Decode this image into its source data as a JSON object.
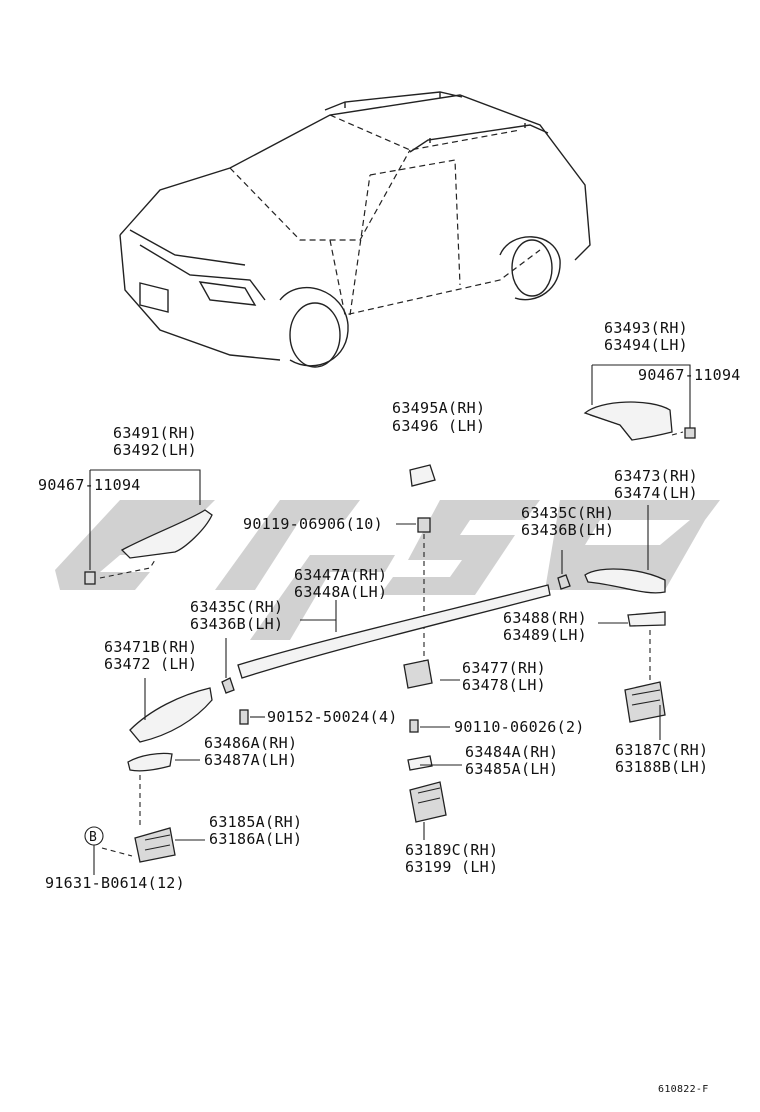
{
  "labels": {
    "p63493": "63493(RH)",
    "p63494": "63494(LH)",
    "p90467_right": "90467-11094",
    "p63491": "63491(RH)",
    "p63492": "63492(LH)",
    "p90467_left": "90467-11094",
    "p63495A": "63495A(RH)",
    "p63496": "63496  (LH)",
    "p63473": "63473(RH)",
    "p63474": "63474(LH)",
    "p90119": "90119-06906(10)",
    "p63435C_right": "63435C(RH)",
    "p63436B_right": "63436B(LH)",
    "p63447A": "63447A(RH)",
    "p63448A": "63448A(LH)",
    "p63435C_left": "63435C(RH)",
    "p63436B_left": "63436B(LH)",
    "p63488": "63488(RH)",
    "p63489": "63489(LH)",
    "p63471B": "63471B(RH)",
    "p63472": "63472  (LH)",
    "p63477": "63477(RH)",
    "p63478": "63478(LH)",
    "p90152": "90152-50024(4)",
    "p90110": "90110-06026(2)",
    "p63486A": "63486A(RH)",
    "p63487A": "63487A(LH)",
    "p63484A": "63484A(RH)",
    "p63485A": "63485A(LH)",
    "p63187C": "63187C(RH)",
    "p63188B": "63188B(LH)",
    "p63185A": "63185A(RH)",
    "p63186A": "63186A(LH)",
    "p63189C": "63189C(RH)",
    "p63199": "63199  (LH)",
    "p91631": "91631-B0614(12)",
    "callout_b": "B",
    "figure_code": "610822-F"
  }
}
